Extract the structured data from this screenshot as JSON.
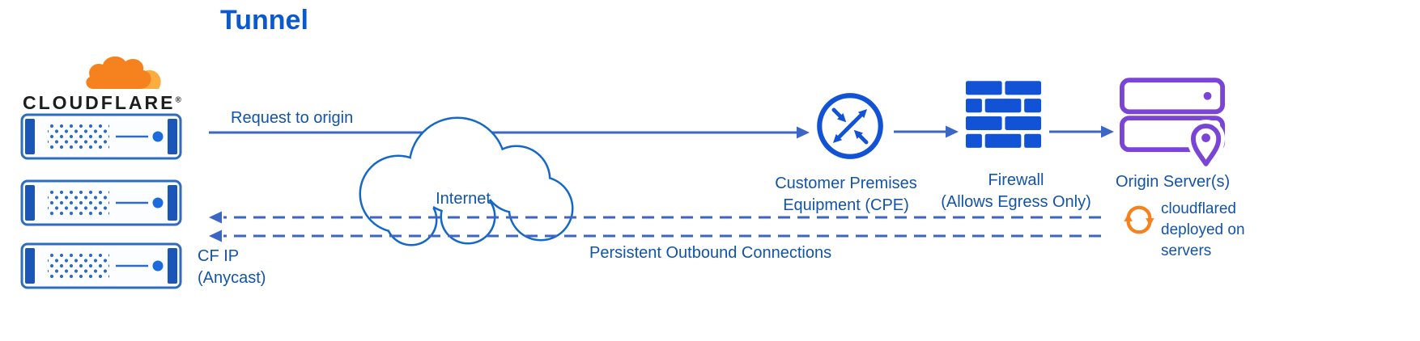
{
  "title": "Tunnel",
  "logo": {
    "brand": "CLOUDFLARE",
    "registered": "®"
  },
  "labels": {
    "request_to_origin": "Request to origin",
    "internet": "Internet",
    "cpe_line1": "Customer Premises",
    "cpe_line2": "Equipment (CPE)",
    "firewall_line1": "Firewall",
    "firewall_line2": "(Allows Egress Only)",
    "origin_servers": "Origin Server(s)",
    "cloudflared_line1": "cloudflared",
    "cloudflared_line2": "deployed on",
    "cloudflared_line3": "servers",
    "persistent": "Persistent Outbound Connections",
    "cf_ip_line1": "CF IP",
    "cf_ip_line2": "(Anycast)"
  },
  "icons": {
    "cloudflare_cloud": "cloudflare-cloud-icon",
    "edge_server": "edge-server-icon",
    "internet_cloud": "internet-cloud-icon",
    "cpe_router": "cpe-router-icon",
    "firewall": "firewall-brick-icon",
    "origin_server": "origin-server-icon",
    "location_pin": "location-pin-icon",
    "cloudflared_sync": "sync-arrows-icon"
  },
  "colors": {
    "title_blue": "#0a5ace",
    "text_blue": "#1254a8",
    "line_blue": "#3c66c4",
    "icon_blue": "#1253d6",
    "cloud_blue": "#1568c8",
    "server_blue": "#2e6cc0",
    "server_dark_blue": "#1b55b8",
    "server_dot_blue": "#1a6be0",
    "orange": "#f6821f",
    "orange_light": "#fbad41",
    "purple": "#7a45d6",
    "brand_dark": "#1d1d1f"
  }
}
